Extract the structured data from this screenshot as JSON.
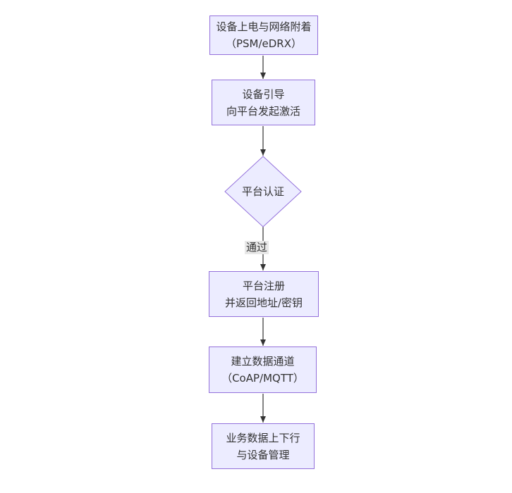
{
  "diagram": {
    "type": "flowchart",
    "direction": "top-down",
    "colors": {
      "canvas_bg": "#ffffff",
      "node_fill": "#ececff",
      "node_border": "#9370db",
      "text_color": "#333333",
      "arrow_color": "#333333",
      "edge_label_bg": "#e8e8e8"
    },
    "nodes": [
      {
        "id": "attach",
        "shape": "rect",
        "lines": [
          "设备上电与网络附着",
          "（PSM/eDRX）"
        ]
      },
      {
        "id": "bootstrap",
        "shape": "rect",
        "lines": [
          "设备引导",
          "向平台发起激活"
        ]
      },
      {
        "id": "auth",
        "shape": "diamond",
        "lines": [
          "平台认证"
        ]
      },
      {
        "id": "register",
        "shape": "rect",
        "lines": [
          "平台注册",
          "并返回地址/密钥"
        ]
      },
      {
        "id": "channel",
        "shape": "rect",
        "lines": [
          "建立数据通道",
          "（CoAP/MQTT）"
        ]
      },
      {
        "id": "service",
        "shape": "rect",
        "lines": [
          "业务数据上下行",
          "与设备管理"
        ]
      }
    ],
    "edges": [
      {
        "from": "attach",
        "to": "bootstrap"
      },
      {
        "from": "bootstrap",
        "to": "auth"
      },
      {
        "from": "auth",
        "to": "register",
        "label": "通过"
      },
      {
        "from": "register",
        "to": "channel"
      },
      {
        "from": "channel",
        "to": "service"
      }
    ]
  }
}
